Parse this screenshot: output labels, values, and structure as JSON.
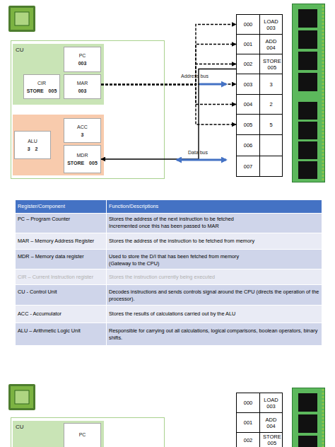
{
  "diagram": {
    "nodes": [
      {
        "text": [
          "CU"
        ]
      },
      {
        "text": [
          "PC",
          "003"
        ],
        "in": 0
      },
      {
        "text": [
          "CIR",
          "STORE 005"
        ],
        "in": 0
      },
      {
        "text": [
          "MAR",
          "003"
        ],
        "in": 0
      },
      {
        "text": [
          "ACC",
          "3"
        ]
      },
      {
        "text": [
          "ALU",
          "3 2"
        ]
      },
      {
        "text": [
          "MDR",
          "STORE 005"
        ]
      },
      {
        "text": [
          "000",
          "LOAD 003"
        ]
      },
      {
        "text": [
          "001",
          "ADD 004"
        ]
      },
      {
        "text": [
          "002",
          "STORE 005"
        ]
      },
      {
        "text": [
          "003",
          "3"
        ]
      },
      {
        "text": [
          "004",
          "2"
        ]
      },
      {
        "text": [
          "005",
          "5"
        ]
      },
      {
        "text": [
          "006"
        ]
      },
      {
        "text": [
          "007"
        ]
      },
      {
        "text": [
          "CU"
        ]
      },
      {
        "text": [
          "PC"
        ],
        "in": 15
      },
      {
        "text": [
          "000",
          "LOAD 003"
        ]
      },
      {
        "text": [
          "001",
          "ADD 004"
        ]
      },
      {
        "text": [
          "002",
          "STORE 005"
        ]
      }
    ],
    "edges": [
      {
        "from": 3,
        "to": 7,
        "arrow": "to"
      },
      {
        "from": 3,
        "to": 8,
        "arrow": "to"
      },
      {
        "from": 3,
        "to": 9,
        "arrow": "to"
      },
      {
        "from": 3,
        "to": 10,
        "arrow": "to",
        "label": "Address bus"
      },
      {
        "from": 3,
        "to": 11,
        "arrow": "to"
      },
      {
        "from": 3,
        "to": 12,
        "arrow": "to"
      },
      {
        "from": 9,
        "to": 6,
        "arrow": "to",
        "label": "Data bus"
      }
    ],
    "labels": [
      "Register/Component",
      "Function/Descriptions",
      "PC – Program Counter",
      "Stores the address of the next instruction to be fetched",
      "Incremented once this has been passed to MAR",
      "MAR – Memory Address Register",
      "Stores the address of the instruction to be fetched from memory",
      "MDR – Memory data register",
      "Used to store the D/I that has been fetched from memory",
      "(Gateway to the CPU)",
      "CIR – Current Instruction register",
      "Stores the instruction currently being executed",
      "CU - Control Unit",
      "Decodes instructions and sends controls signal around the CPU (directs the operation of the processor).",
      "ACC - Accumulator",
      "Stores the results of calculations carried out by the ALU",
      "ALU – Arithmetic Logic Unit",
      "Responsible for carrying out all calculations, logical comparisons, boolean operators, binary shifts."
    ]
  }
}
